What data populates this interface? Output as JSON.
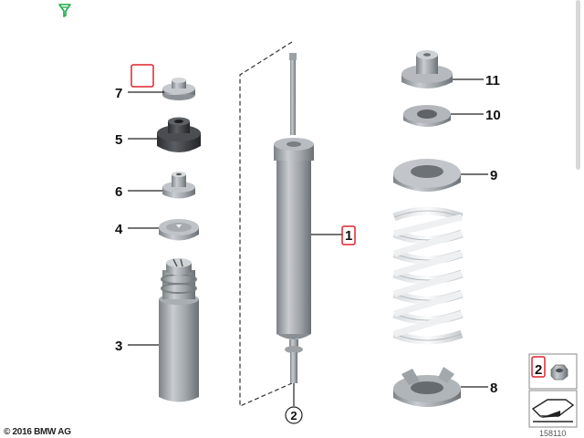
{
  "callouts": [
    {
      "id": "1",
      "label": "1"
    },
    {
      "id": "2",
      "label": "2"
    },
    {
      "id": "3",
      "label": "3"
    },
    {
      "id": "4",
      "label": "4"
    },
    {
      "id": "5",
      "label": "5"
    },
    {
      "id": "6",
      "label": "6"
    },
    {
      "id": "7",
      "label": "7"
    },
    {
      "id": "8",
      "label": "8"
    },
    {
      "id": "9",
      "label": "9"
    },
    {
      "id": "10",
      "label": "10"
    },
    {
      "id": "11",
      "label": "11"
    }
  ],
  "inset_label": "2",
  "copyright": "© 2016 BMW AG",
  "diagram_id": "158110",
  "colors": {
    "highlight": "#e0232c",
    "tool_icon": "#1faa4a"
  },
  "icons": {
    "tool": "filter-pin-icon",
    "nut": "hex-nut-icon",
    "ramp": "ramp-icon"
  }
}
